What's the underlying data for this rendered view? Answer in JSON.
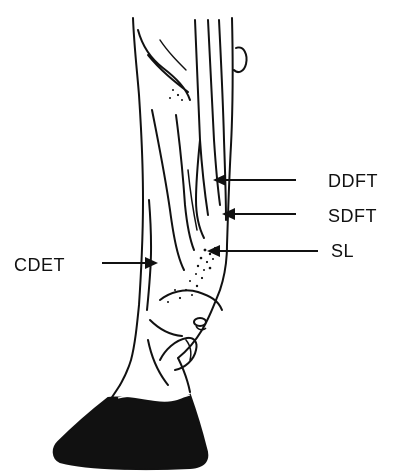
{
  "labels": {
    "ddft": "DDFT",
    "sdft": "SDFT",
    "sl": "SL",
    "cdet": "CDET"
  },
  "colors": {
    "ink": "#111111",
    "background": "#ffffff"
  }
}
